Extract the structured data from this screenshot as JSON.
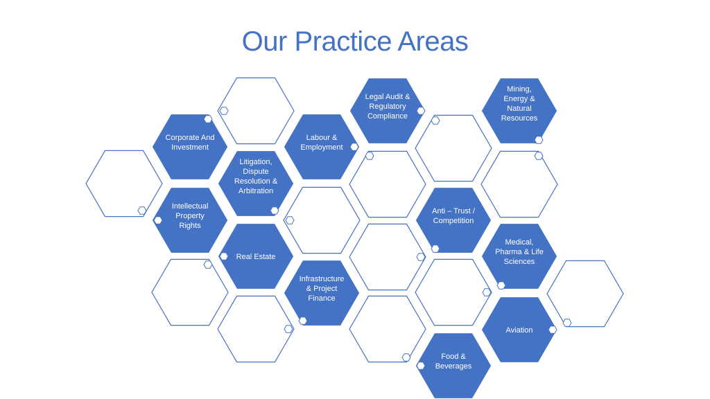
{
  "title": "Our Practice Areas",
  "practice_areas": [
    {
      "name": "legal-audit",
      "lines": [
        "Legal Audit &",
        "Regulatory",
        "Compliance"
      ]
    },
    {
      "name": "mining-energy",
      "lines": [
        "Mining,",
        "Energy &",
        "Natural",
        "Resources"
      ]
    },
    {
      "name": "corporate-investment",
      "lines": [
        "Corporate And",
        "Investment"
      ]
    },
    {
      "name": "labour-employment",
      "lines": [
        "Labour &",
        "Employment"
      ]
    },
    {
      "name": "litigation-dispute",
      "lines": [
        "Litigation,",
        "Dispute",
        "Resolution &",
        "Arbitration"
      ]
    },
    {
      "name": "intellectual-property",
      "lines": [
        "Intellectual",
        "Property",
        "Rights"
      ]
    },
    {
      "name": "anti-trust",
      "lines": [
        "Anti – Trust /",
        "Competition"
      ]
    },
    {
      "name": "real-estate",
      "lines": [
        "Real Estate"
      ]
    },
    {
      "name": "medical-pharma",
      "lines": [
        "Medical,",
        "Pharma & Life",
        "Sciences"
      ]
    },
    {
      "name": "infrastructure-finance",
      "lines": [
        "Infrastructure",
        "& Project",
        "Finance"
      ]
    },
    {
      "name": "aviation",
      "lines": [
        "Aviation"
      ]
    },
    {
      "name": "food-beverages",
      "lines": [
        "Food &",
        "Beverages"
      ]
    }
  ],
  "colors": {
    "accent": "#4472c4",
    "background": "#ffffff"
  }
}
